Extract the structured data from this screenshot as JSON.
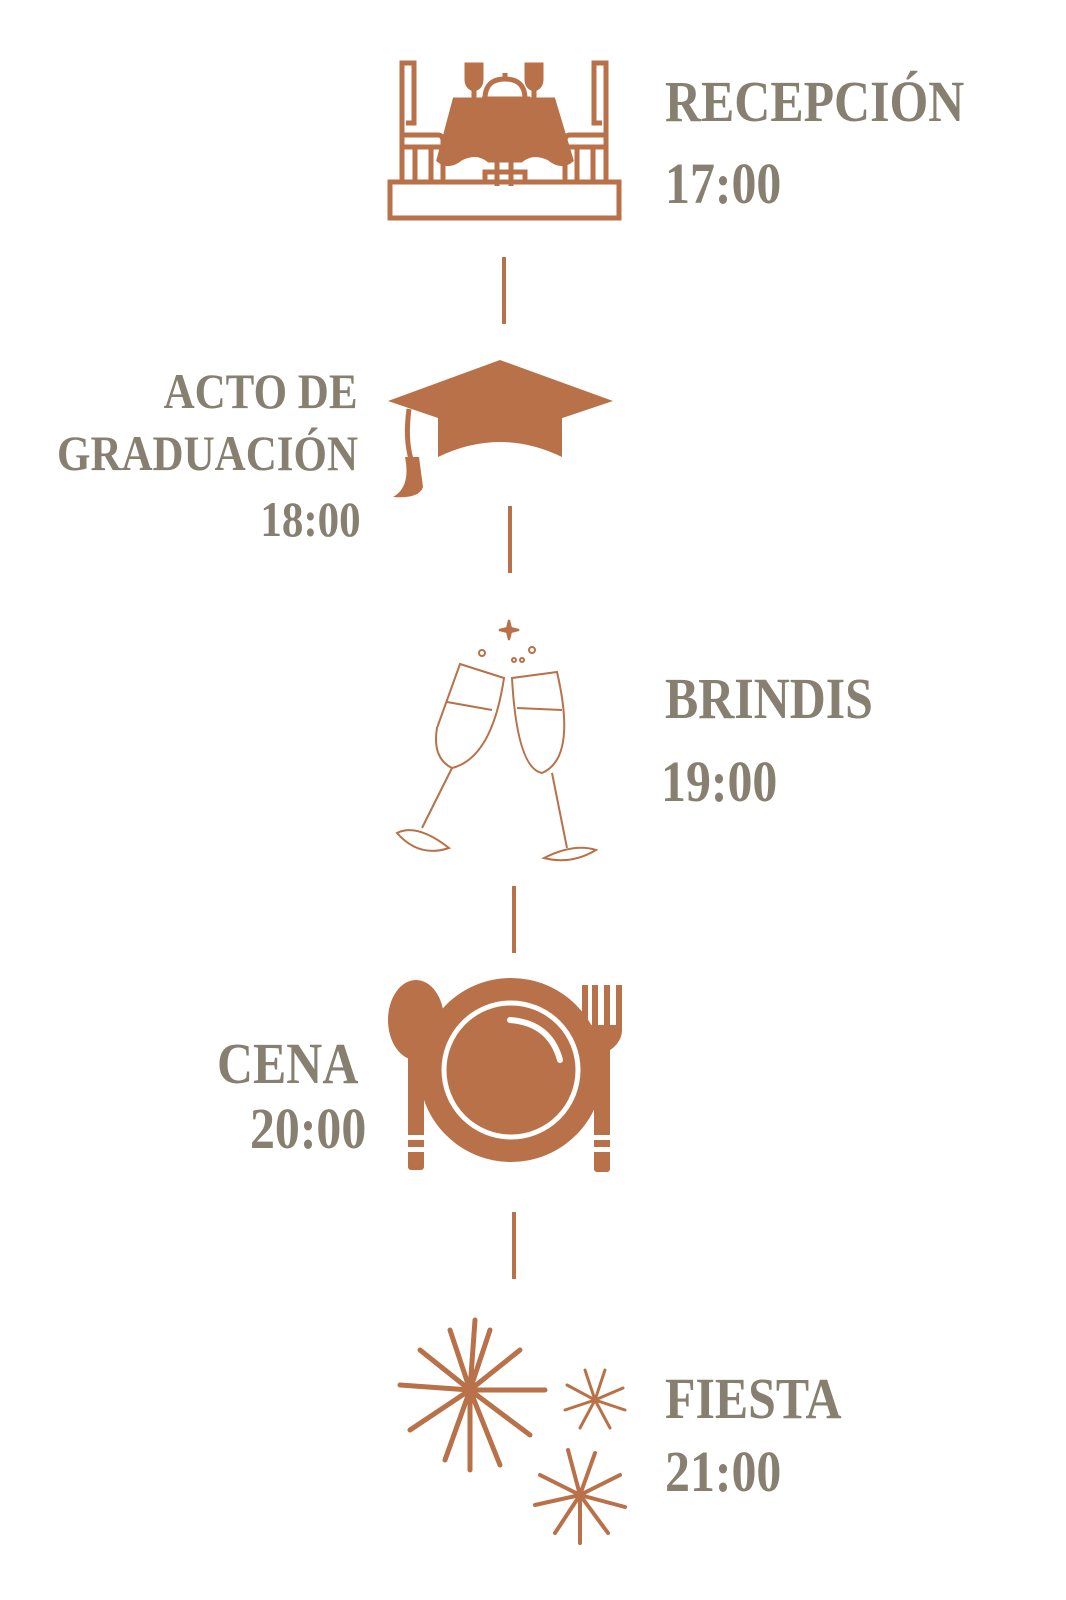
{
  "accent_color": "#b87148",
  "text_color": "#878070",
  "events": [
    {
      "title": "RECEPCIÓN",
      "time": "17:00",
      "icon": "dinner-table-icon"
    },
    {
      "title_line1": "ACTO DE",
      "title_line2": "GRADUACIÓN",
      "time": "18:00",
      "icon": "graduation-cap-icon"
    },
    {
      "title": "BRINDIS",
      "time": "19:00",
      "icon": "champagne-toast-icon"
    },
    {
      "title": "CENA",
      "time": "20:00",
      "icon": "plate-cutlery-icon"
    },
    {
      "title": "FIESTA",
      "time": "21:00",
      "icon": "fireworks-icon"
    }
  ]
}
